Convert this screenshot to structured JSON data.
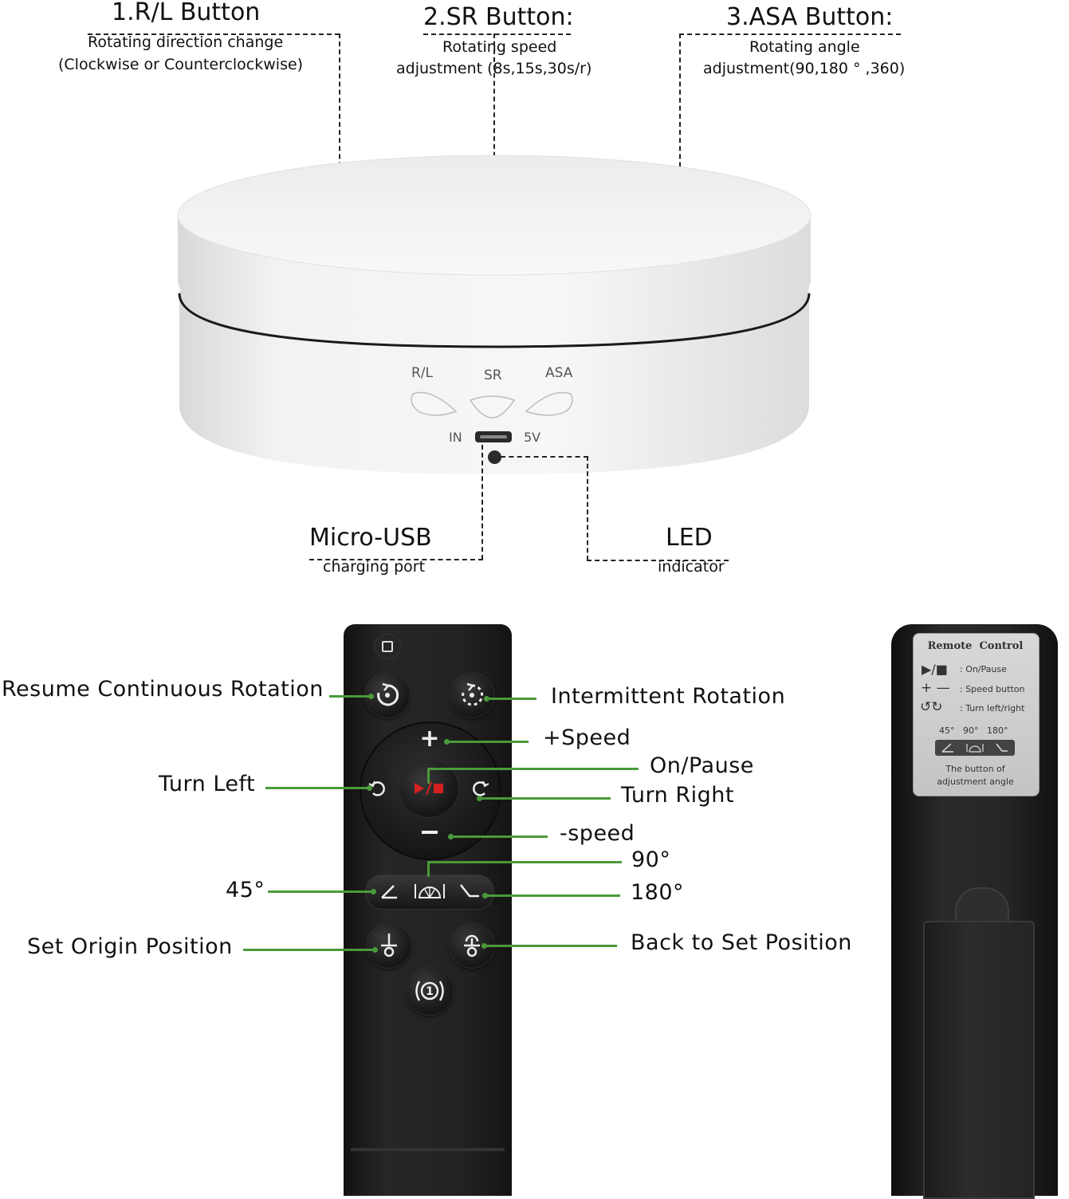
{
  "callouts": {
    "rl": {
      "title": "1.R/L Button",
      "line1": "Rotating direction change",
      "line2": "(Clockwise or Counterclockwise)"
    },
    "sr": {
      "title": "2.SR Button:",
      "line1": "Rotating speed",
      "line2": "adjustment  (8s,15s,30s/r)"
    },
    "asa": {
      "title": "3.ASA Button:",
      "line1": "Rotating angle",
      "line2": "adjustment(90,180 ° ,360)"
    },
    "usb": {
      "title": "Micro-USB",
      "sub": "charging port"
    },
    "led": {
      "title": "LED",
      "sub": "indicator"
    }
  },
  "turntable": {
    "labels": {
      "rl": "R/L",
      "sr": "SR",
      "asa": "ASA",
      "in": "IN",
      "v5": "5V"
    }
  },
  "remote_labels": {
    "resume": "Resume Continuous Rotation",
    "intermittent": "Intermittent Rotation",
    "plus_speed": "+Speed",
    "on_pause": "On/Pause",
    "turn_left": "Turn Left",
    "turn_right": "Turn Right",
    "minus_speed": "-speed",
    "deg90": "90°",
    "deg45": "45°",
    "deg180": "180°",
    "set_origin": "Set Origin Position",
    "back_to_set": "Back to Set Position"
  },
  "sticker": {
    "title": "Remote  Control",
    "row1": ": On/Pause",
    "row2": ": Speed button",
    "row3": ": Turn left/right",
    "angles": "45°   90°   180°",
    "footer1": "The button of",
    "footer2": "adjustment angle"
  },
  "colors": {
    "accent_green": "#4a9a3a",
    "remote_body": "#1c1c1c",
    "play_red": "#d42020"
  }
}
